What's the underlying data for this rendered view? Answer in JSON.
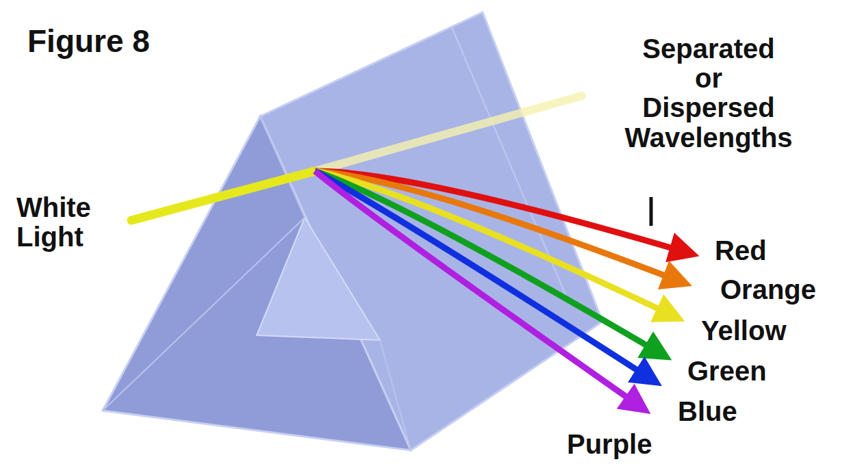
{
  "diagram": {
    "title": "Figure 8",
    "labels": [
      "White Light",
      "Separated or Dispersed Wavelengths",
      "Red",
      "Orange",
      "Yellow",
      "Green",
      "Blue",
      "Purple"
    ]
  }
}
